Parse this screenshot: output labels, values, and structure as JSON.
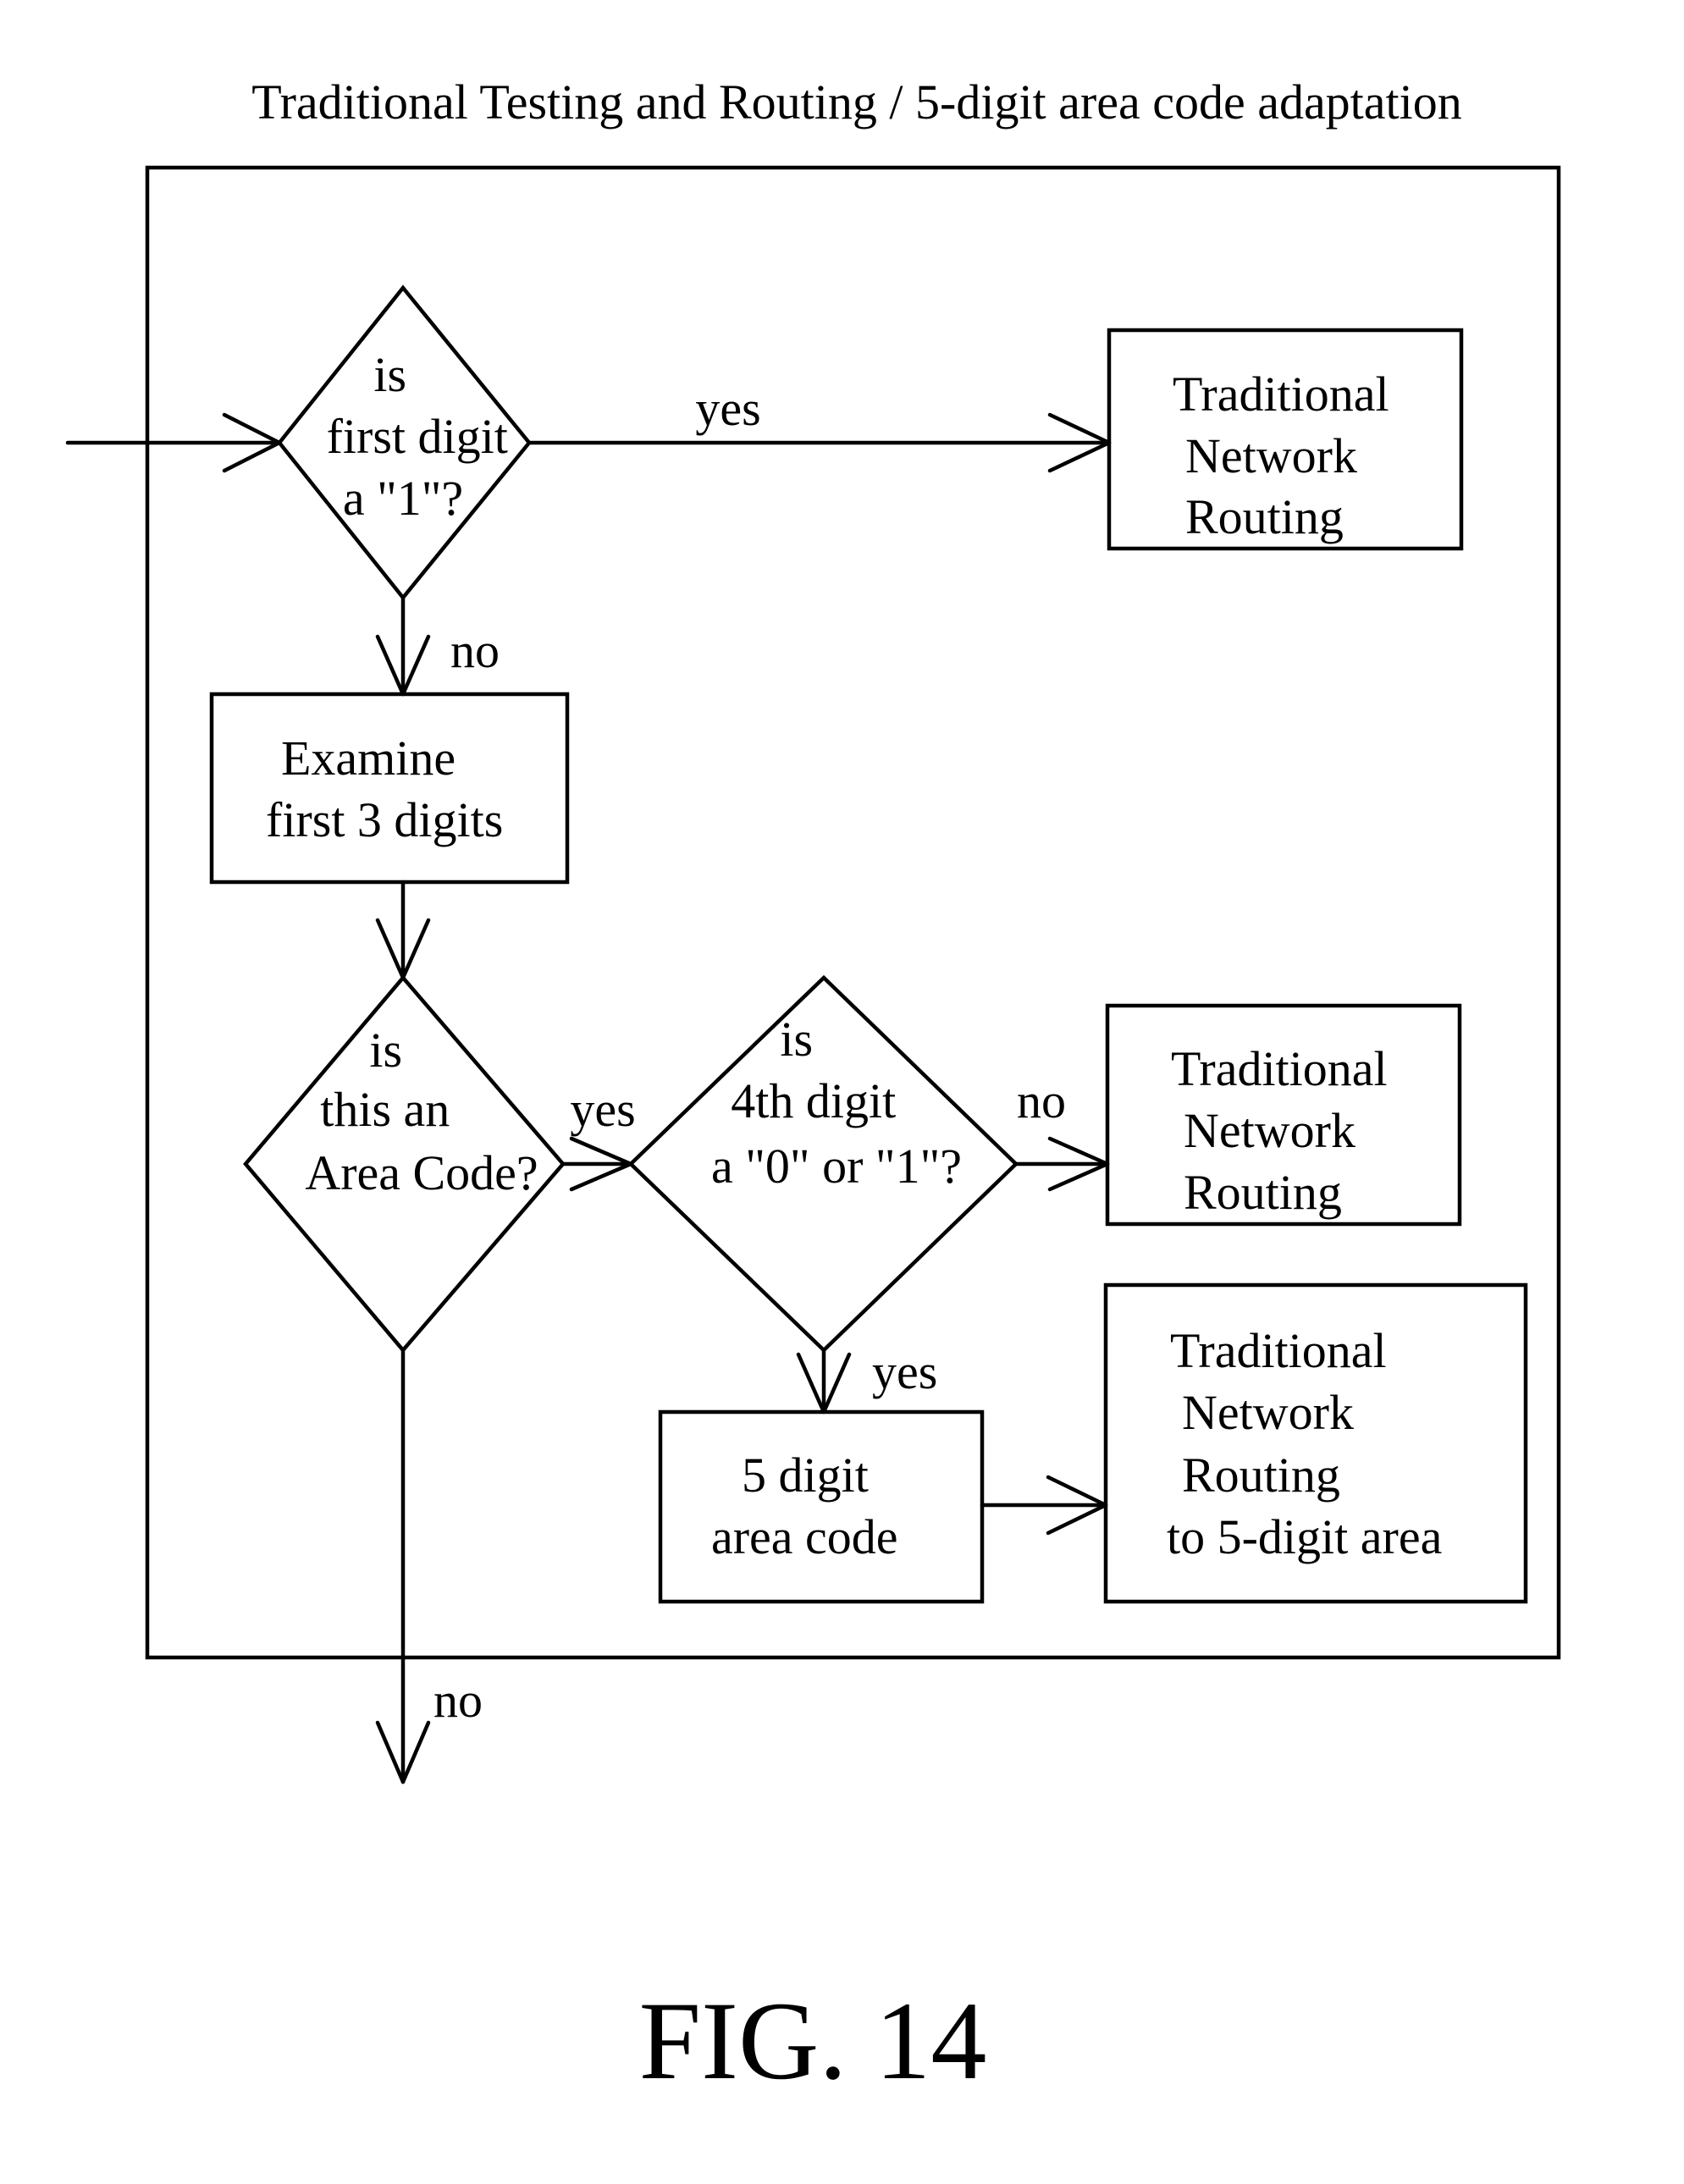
{
  "title": "Traditional Testing and Routing / 5-digit area code adaptation",
  "figure_label": "FIG. 14",
  "nodes": {
    "first_digit_decision": {
      "lines": [
        "is",
        "first digit",
        "a \"1\"?"
      ]
    },
    "routing_top": {
      "lines": [
        "Traditional",
        "Network",
        "Routing"
      ]
    },
    "examine_digits": {
      "lines": [
        "Examine",
        "first 3 digits"
      ]
    },
    "area_code_decision": {
      "lines": [
        "is",
        "this an",
        "Area Code?"
      ]
    },
    "fourth_digit_decision": {
      "lines": [
        "is",
        "4th digit",
        "a \"0\" or \"1\"?"
      ]
    },
    "routing_middle": {
      "lines": [
        "Traditional",
        "Network",
        "Routing"
      ]
    },
    "five_digit_area_code": {
      "lines": [
        "5 digit",
        "area code"
      ]
    },
    "routing_five_digit": {
      "lines": [
        "Traditional",
        "Network",
        "Routing",
        "to 5-digit area"
      ]
    }
  },
  "edge_labels": {
    "first_digit_yes": "yes",
    "first_digit_no": "no",
    "area_code_yes": "yes",
    "fourth_digit_no": "no",
    "fourth_digit_yes": "yes",
    "area_code_no": "no"
  },
  "colors": {
    "ink": "#000000",
    "background": "#ffffff"
  }
}
